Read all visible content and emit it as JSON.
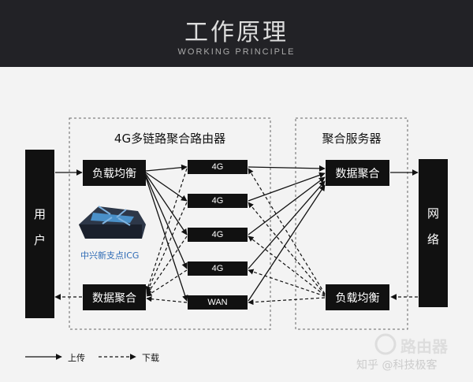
{
  "header": {
    "title": "工作原理",
    "subtitle": "WORKING PRINCIPLE"
  },
  "router_group": {
    "label": "4G多链路聚合路由器"
  },
  "server_group": {
    "label": "聚合服务器"
  },
  "user": {
    "label": "用户"
  },
  "network": {
    "label": "网络"
  },
  "router_load_balance": {
    "label": "负载均衡"
  },
  "router_data_aggregation": {
    "label": "数据聚合"
  },
  "server_data_aggregation": {
    "label": "数据聚合"
  },
  "server_load_balance": {
    "label": "负载均衡"
  },
  "links": [
    "4G",
    "4G",
    "4G",
    "4G",
    "WAN"
  ],
  "product": {
    "label": "中兴新支点ICG"
  },
  "legend": {
    "upload": "上传",
    "download": "下载"
  },
  "watermark": {
    "brand": "路由器",
    "text": "知乎 @科技极客"
  }
}
